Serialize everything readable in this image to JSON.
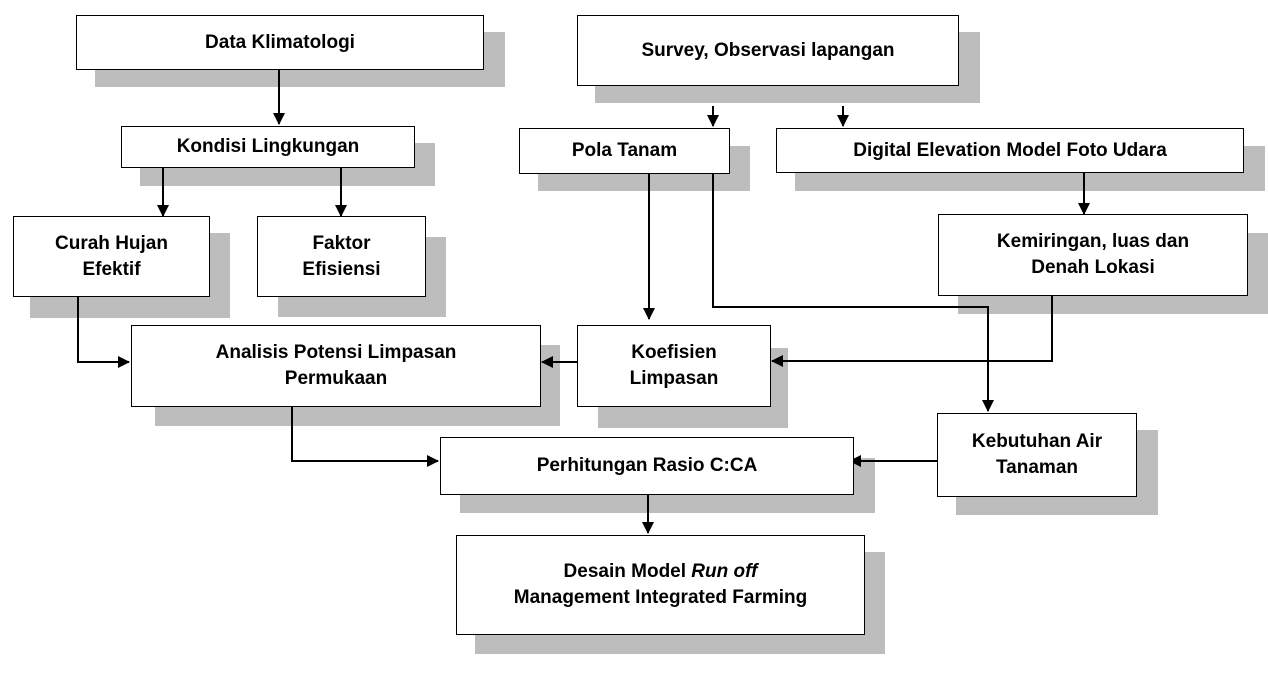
{
  "nodes": {
    "data_klimatologi": {
      "lines": [
        "Data Klimatologi"
      ]
    },
    "survey": {
      "lines": [
        "Survey, Observasi lapangan"
      ]
    },
    "kondisi": {
      "lines": [
        "Kondisi Lingkungan"
      ]
    },
    "pola": {
      "lines": [
        "Pola Tanam"
      ]
    },
    "dem": {
      "lines": [
        "Digital Elevation Model Foto Udara"
      ]
    },
    "curah": {
      "lines": [
        "Curah Hujan",
        "Efektif"
      ]
    },
    "faktor": {
      "lines": [
        "Faktor",
        "Efisiensi"
      ]
    },
    "kemiringan": {
      "lines": [
        "Kemiringan, luas dan",
        "Denah Lokasi"
      ]
    },
    "analisis": {
      "lines": [
        "Analisis Potensi Limpasan",
        "Permukaan"
      ]
    },
    "koefisien": {
      "lines": [
        "Koefisien",
        "Limpasan"
      ]
    },
    "kebutuhan": {
      "lines": [
        "Kebutuhan Air",
        "Tanaman"
      ]
    },
    "perhitungan": {
      "lines": [
        "Perhitungan Rasio C:CA"
      ]
    },
    "desain": {
      "line1_prefix": "Desain Model ",
      "line1_italic": "Run off",
      "line2": "Management Integrated Farming"
    }
  },
  "edges": [
    {
      "from": "data_klimatologi",
      "to": "kondisi"
    },
    {
      "from": "survey",
      "to": "pola"
    },
    {
      "from": "survey",
      "to": "dem"
    },
    {
      "from": "kondisi",
      "to": "curah"
    },
    {
      "from": "kondisi",
      "to": "faktor"
    },
    {
      "from": "dem",
      "to": "kemiringan"
    },
    {
      "from": "pola",
      "to": "koefisien"
    },
    {
      "from": "pola",
      "to": "kebutuhan"
    },
    {
      "from": "kemiringan",
      "to": "koefisien"
    },
    {
      "from": "curah",
      "to": "analisis"
    },
    {
      "from": "koefisien",
      "to": "analisis"
    },
    {
      "from": "analisis",
      "to": "perhitungan"
    },
    {
      "from": "kebutuhan",
      "to": "perhitungan"
    },
    {
      "from": "perhitungan",
      "to": "desain"
    }
  ],
  "colors": {
    "box_border": "#000000",
    "shadow": "#bdbdbd",
    "line": "#000000"
  }
}
